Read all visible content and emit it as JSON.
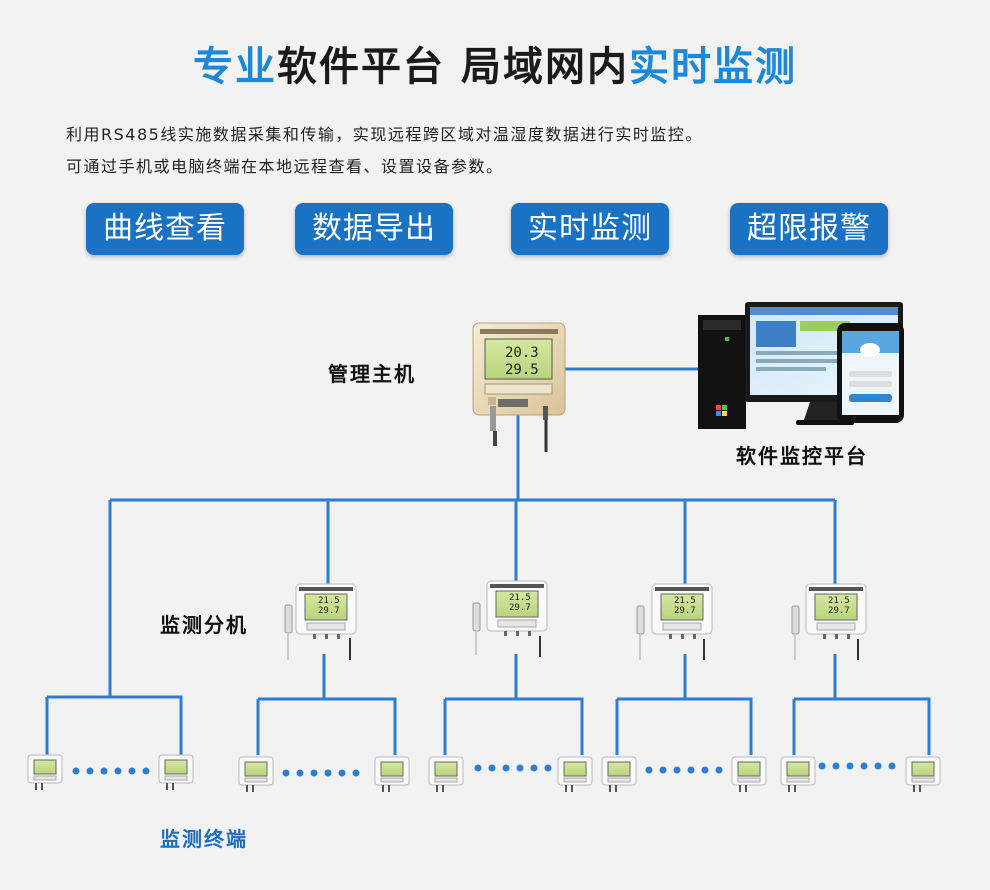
{
  "title": {
    "part1": "专业",
    "part2": "软件平台  局域网内",
    "part3": "实时监测"
  },
  "intro": {
    "line1": "利用RS485线实施数据采集和传输，实现远程跨区域对温湿度数据进行实时监控。",
    "line2": "可通过手机或电脑终端在本地远程查看、设置设备参数。"
  },
  "features": [
    {
      "label": "曲线查看"
    },
    {
      "label": "数据导出"
    },
    {
      "label": "实时监测"
    },
    {
      "label": "超限报警"
    }
  ],
  "labels": {
    "host": "管理主机",
    "software": "软件监控平台",
    "branch": "监测分机",
    "terminal": "监测终端"
  },
  "device_display": {
    "host_temp": "20.3",
    "host_hum": "29.5",
    "branch_temp": "21.5",
    "branch_hum": "29.7"
  },
  "colors": {
    "accent": "#1e88d8",
    "button": "#1a72c4",
    "line": "#2a7fd4"
  }
}
